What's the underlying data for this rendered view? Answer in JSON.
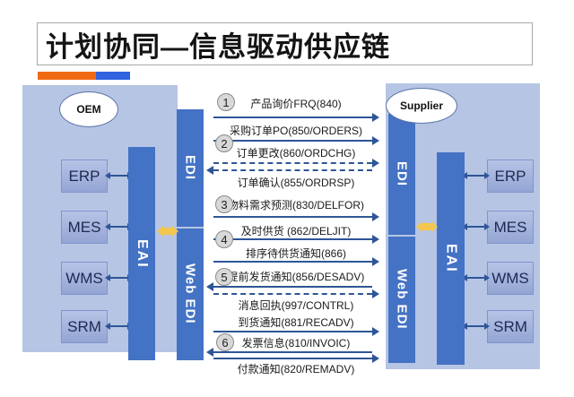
{
  "title": {
    "text": "计划协同—信息驱动供应链"
  },
  "colors": {
    "accent_orange": "#f06a13",
    "accent_blue": "#2f63e0",
    "panel": "#b6c5e4",
    "bar_blue": "#4472c4",
    "arrow_blue": "#2e5597",
    "connector_yellow": "#f3c74f"
  },
  "panels": {
    "oem": {
      "entity": "OEM",
      "systems": [
        "ERP",
        "MES",
        "WMS",
        "SRM"
      ],
      "eai": "EAI",
      "edi": "EDI",
      "web_edi": "Web EDI"
    },
    "supplier": {
      "entity": "Supplier",
      "systems": [
        "ERP",
        "MES",
        "WMS",
        "SRM"
      ],
      "eai": "EAI",
      "edi": "EDI",
      "web_edi": "Web EDI"
    }
  },
  "flows": [
    {
      "num": "1",
      "label": "产品询价FRQ(840)",
      "dir": "right",
      "style": "solid"
    },
    {
      "num": "2",
      "label": "采购订单PO(850/ORDERS)",
      "dir": "right",
      "style": "solid"
    },
    {
      "label": "订单更改(860/ORDCHG)",
      "dir": "right",
      "style": "dashed"
    },
    {
      "label": "订单确认(855/ORDRSP)",
      "dir": "left",
      "style": "dashed"
    },
    {
      "num": "3",
      "label": "物料需求预测(830/DELFOR)",
      "dir": "right",
      "style": "solid"
    },
    {
      "num": "4",
      "label": "及时供货 (862/DELJIT)",
      "dir": "right",
      "style": "solid"
    },
    {
      "label": "排序待供货通知(866)",
      "dir": "right",
      "style": "solid"
    },
    {
      "num": "5",
      "label": "提前发货通知(856/DESADV)",
      "dir": "left",
      "style": "solid"
    },
    {
      "label": "消息回执(997/CONTRL)",
      "dir": "right",
      "style": "dashed"
    },
    {
      "label": "到货通知(881/RECADV)",
      "dir": "right",
      "style": "solid"
    },
    {
      "num": "6",
      "label": "发票信息(810/INVOIC)",
      "dir": "left",
      "style": "solid"
    },
    {
      "label": "付款通知(820/REMADV)",
      "dir": "right",
      "style": "solid"
    }
  ]
}
